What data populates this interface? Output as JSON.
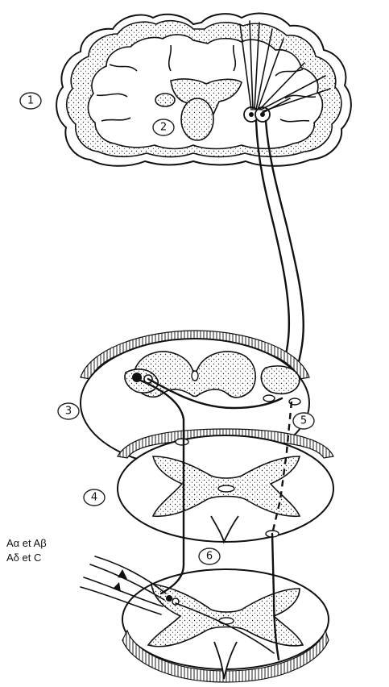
{
  "labels": {
    "l1": "1",
    "l2": "2",
    "l3": "3",
    "l4": "4",
    "l5": "5",
    "l6": "6"
  },
  "fibers": {
    "line1": "Aα et Aβ",
    "line2": "Aδ et C"
  }
}
